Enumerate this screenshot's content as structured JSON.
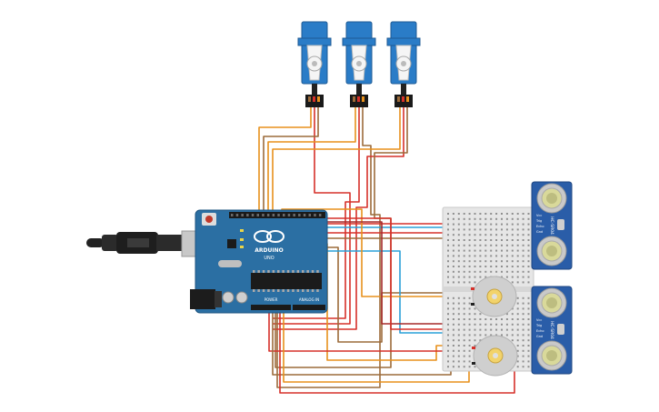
{
  "canvas": {
    "background": "#ffffff"
  },
  "colors": {
    "board": "#2b6fa3",
    "board_dark": "#1f5580",
    "servo": "#2a7cc7",
    "sensor": "#2a5da8",
    "breadboard": "#e6e6e6",
    "motor": "#cfcfcf",
    "motor_shaft": "#f2d36b",
    "wire_orange": "#e8911c",
    "wire_brown": "#9c6b3a",
    "wire_red": "#d6302a",
    "wire_blue": "#2aa0d8",
    "wire_dark_red": "#a52a2a"
  },
  "arduino": {
    "logo_text": "ARDUINO",
    "model_text": "UNO",
    "power_header_label": "POWER",
    "analog_header_label": "ANALOG IN",
    "icons": [
      "usb-connector-icon",
      "dc-jack-icon",
      "reset-button-icon",
      "microcontroller-chip-icon"
    ]
  },
  "servos": {
    "count": 3,
    "icon": "servo-motor-icon"
  },
  "sensors": {
    "label": "HC-SR04",
    "pins": [
      "Vcc",
      "Trig",
      "Echo",
      "Gnd"
    ],
    "count": 2
  },
  "motors": {
    "count": 2,
    "icon": "dc-motor-icon"
  },
  "breadboard": {
    "icon": "breadboard-icon"
  }
}
